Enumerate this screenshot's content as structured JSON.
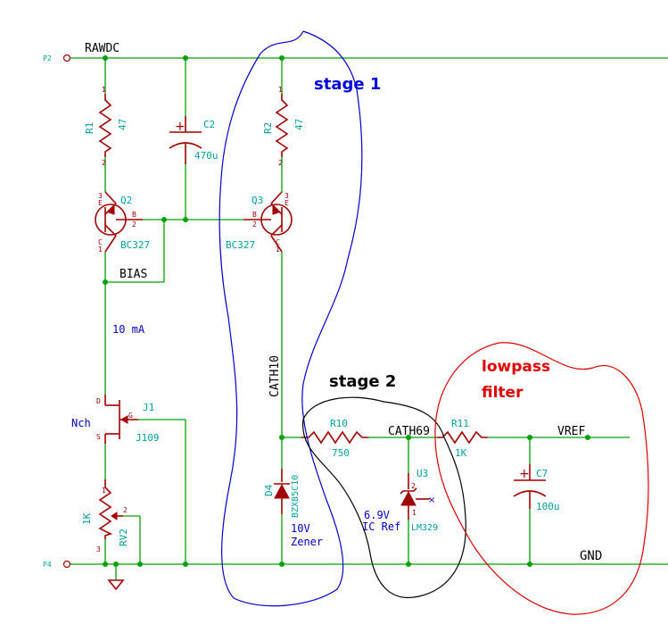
{
  "ports": {
    "p2": "P2",
    "p4": "P4"
  },
  "nets": {
    "rawdc": "RAWDC",
    "bias": "BIAS",
    "cath10": "CATH10",
    "cath69": "CATH69",
    "vref": "VREF",
    "gnd": "GND"
  },
  "components": {
    "r1": {
      "ref": "R1",
      "value": "47"
    },
    "r2": {
      "ref": "R2",
      "value": "47"
    },
    "c2": {
      "ref": "C2",
      "value": "470u"
    },
    "q2": {
      "ref": "Q2",
      "value": "BC327"
    },
    "q3": {
      "ref": "Q3",
      "value": "BC327"
    },
    "j1": {
      "ref": "J1",
      "value": "J109",
      "type": "Nch"
    },
    "rv2": {
      "ref": "RV2",
      "value": "1K"
    },
    "d4": {
      "ref": "D4",
      "value": "BZX85C10"
    },
    "r10": {
      "ref": "R10",
      "value": "750"
    },
    "u3": {
      "ref": "U3",
      "value": "LM329"
    },
    "r11": {
      "ref": "R11",
      "value": "1K"
    },
    "c7": {
      "ref": "C7",
      "value": "100u"
    }
  },
  "pins": {
    "one": "1",
    "two": "2",
    "three": "3",
    "b": "B",
    "c": "C",
    "e": "E",
    "d": "D",
    "s": "S",
    "g": "G"
  },
  "notes": {
    "current": "10 mA",
    "zener_1": "10V",
    "zener_2": "Zener",
    "ref_1": "6.9V",
    "ref_2": "IC Ref"
  },
  "annotations": {
    "stage1": "stage 1",
    "stage2": "stage 2",
    "lowpass_1": "lowpass",
    "lowpass_2": "filter"
  },
  "colors": {
    "wire": "#00a000",
    "part": "#a00000",
    "label": "#00a0a0",
    "stage1": "#0000cc",
    "stage2": "#000000",
    "lowpass": "#dd0000"
  }
}
